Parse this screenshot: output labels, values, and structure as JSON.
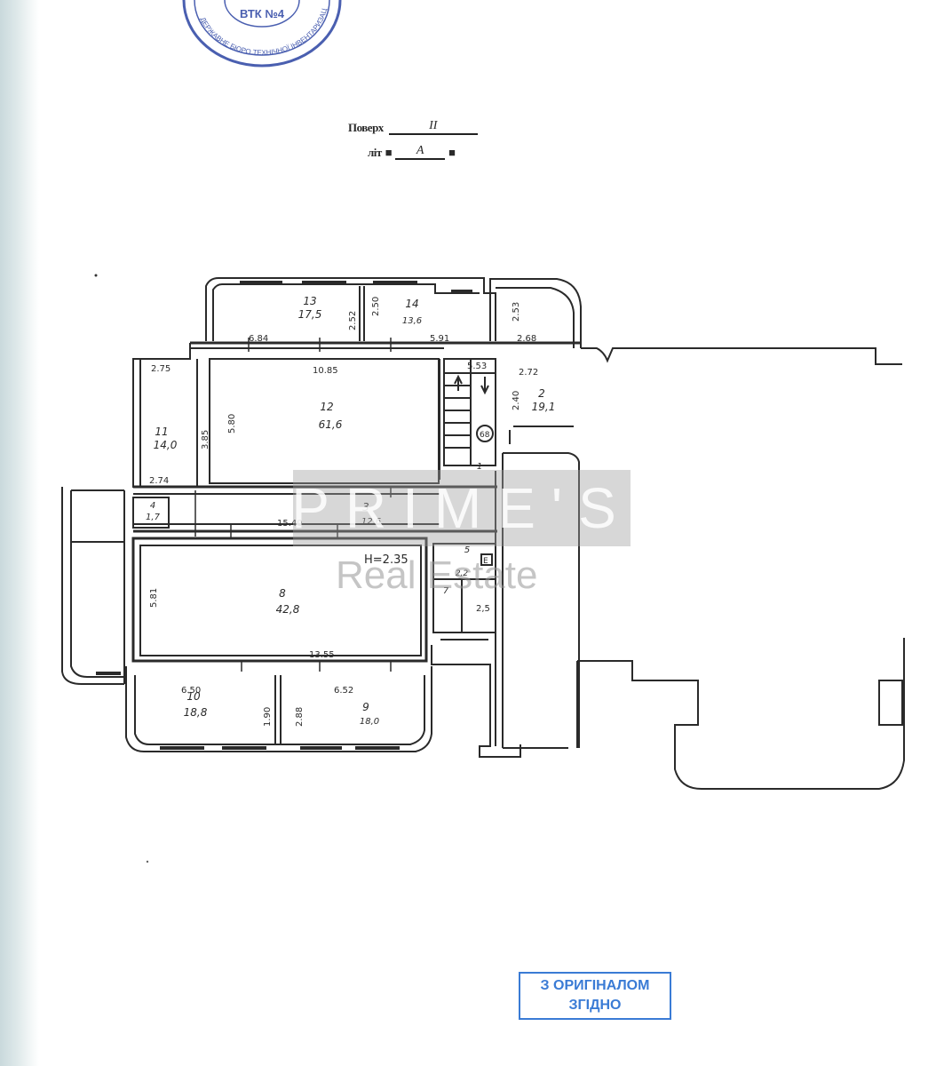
{
  "header": {
    "floor_label": "Поверх",
    "floor_value": "II",
    "lit_label": "літ",
    "lit_value": "А"
  },
  "seal": {
    "text_center": "ВТК №4",
    "text_ring": "ДЕРЖАВНЕ БЮРО ТЕХНІЧНОЇ ІНВЕНТАРИЗАЦІЇ"
  },
  "rooms": [
    {
      "number": "13",
      "area": "17,5"
    },
    {
      "number": "14",
      "area": "13,6"
    },
    {
      "number": "12",
      "area": "61,6"
    },
    {
      "number": "11",
      "area": "14,0"
    },
    {
      "number": "2",
      "area": "19,1"
    },
    {
      "number": "1",
      "area": ""
    },
    {
      "number": "3",
      "area": "12,6"
    },
    {
      "number": "4",
      "area": "1,7"
    },
    {
      "number": "8",
      "area": "42,8"
    },
    {
      "number": "5",
      "area": "2,2"
    },
    {
      "number": "7",
      "area": ""
    },
    {
      "number": "10",
      "area": "18,8"
    },
    {
      "number": "9",
      "area": "18,0"
    }
  ],
  "dimensions": {
    "d1": "6.84",
    "d2": "5.91",
    "d3": "10.85",
    "d4": "2.52",
    "d5": "2.50",
    "d6": "5.80",
    "d7": "3.85",
    "d8": "2.74",
    "d9": "15.40",
    "d10": "5.81",
    "d11": "13.55",
    "d12": "6.50",
    "d13": "6.52",
    "d14": "1.90",
    "d15": "2.88",
    "d16": "2.53",
    "d17": "2.68",
    "d18": "2.72",
    "d19": "5.53",
    "d20": "2.75",
    "d21": "2.40",
    "d22": "2,5"
  },
  "height_note": "Н=2.35",
  "circle_mark": "68",
  "box_mark": "Е",
  "watermark": {
    "top": "PRIME'S",
    "bottom": "Real Estate"
  },
  "stamp": {
    "line1": "З ОРИГІНАЛОМ",
    "line2": "ЗГІДНО"
  },
  "colors": {
    "line": "#2a2a2a",
    "seal": "#4a5fb0",
    "stamp": "#3a7bd5",
    "edge": "#d4e2e4"
  }
}
